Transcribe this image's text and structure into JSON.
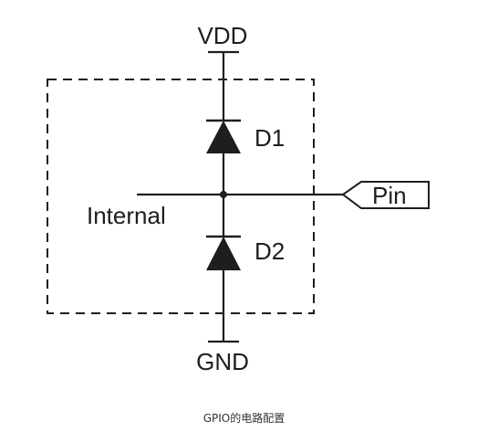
{
  "diagram": {
    "supply_label": "VDD",
    "ground_label": "GND",
    "upper_diode_label": "D1",
    "lower_diode_label": "D2",
    "internal_label": "Internal",
    "pin_label": "Pin",
    "caption": "GPIO的电路配置",
    "line_color": "#1e1e1e"
  }
}
